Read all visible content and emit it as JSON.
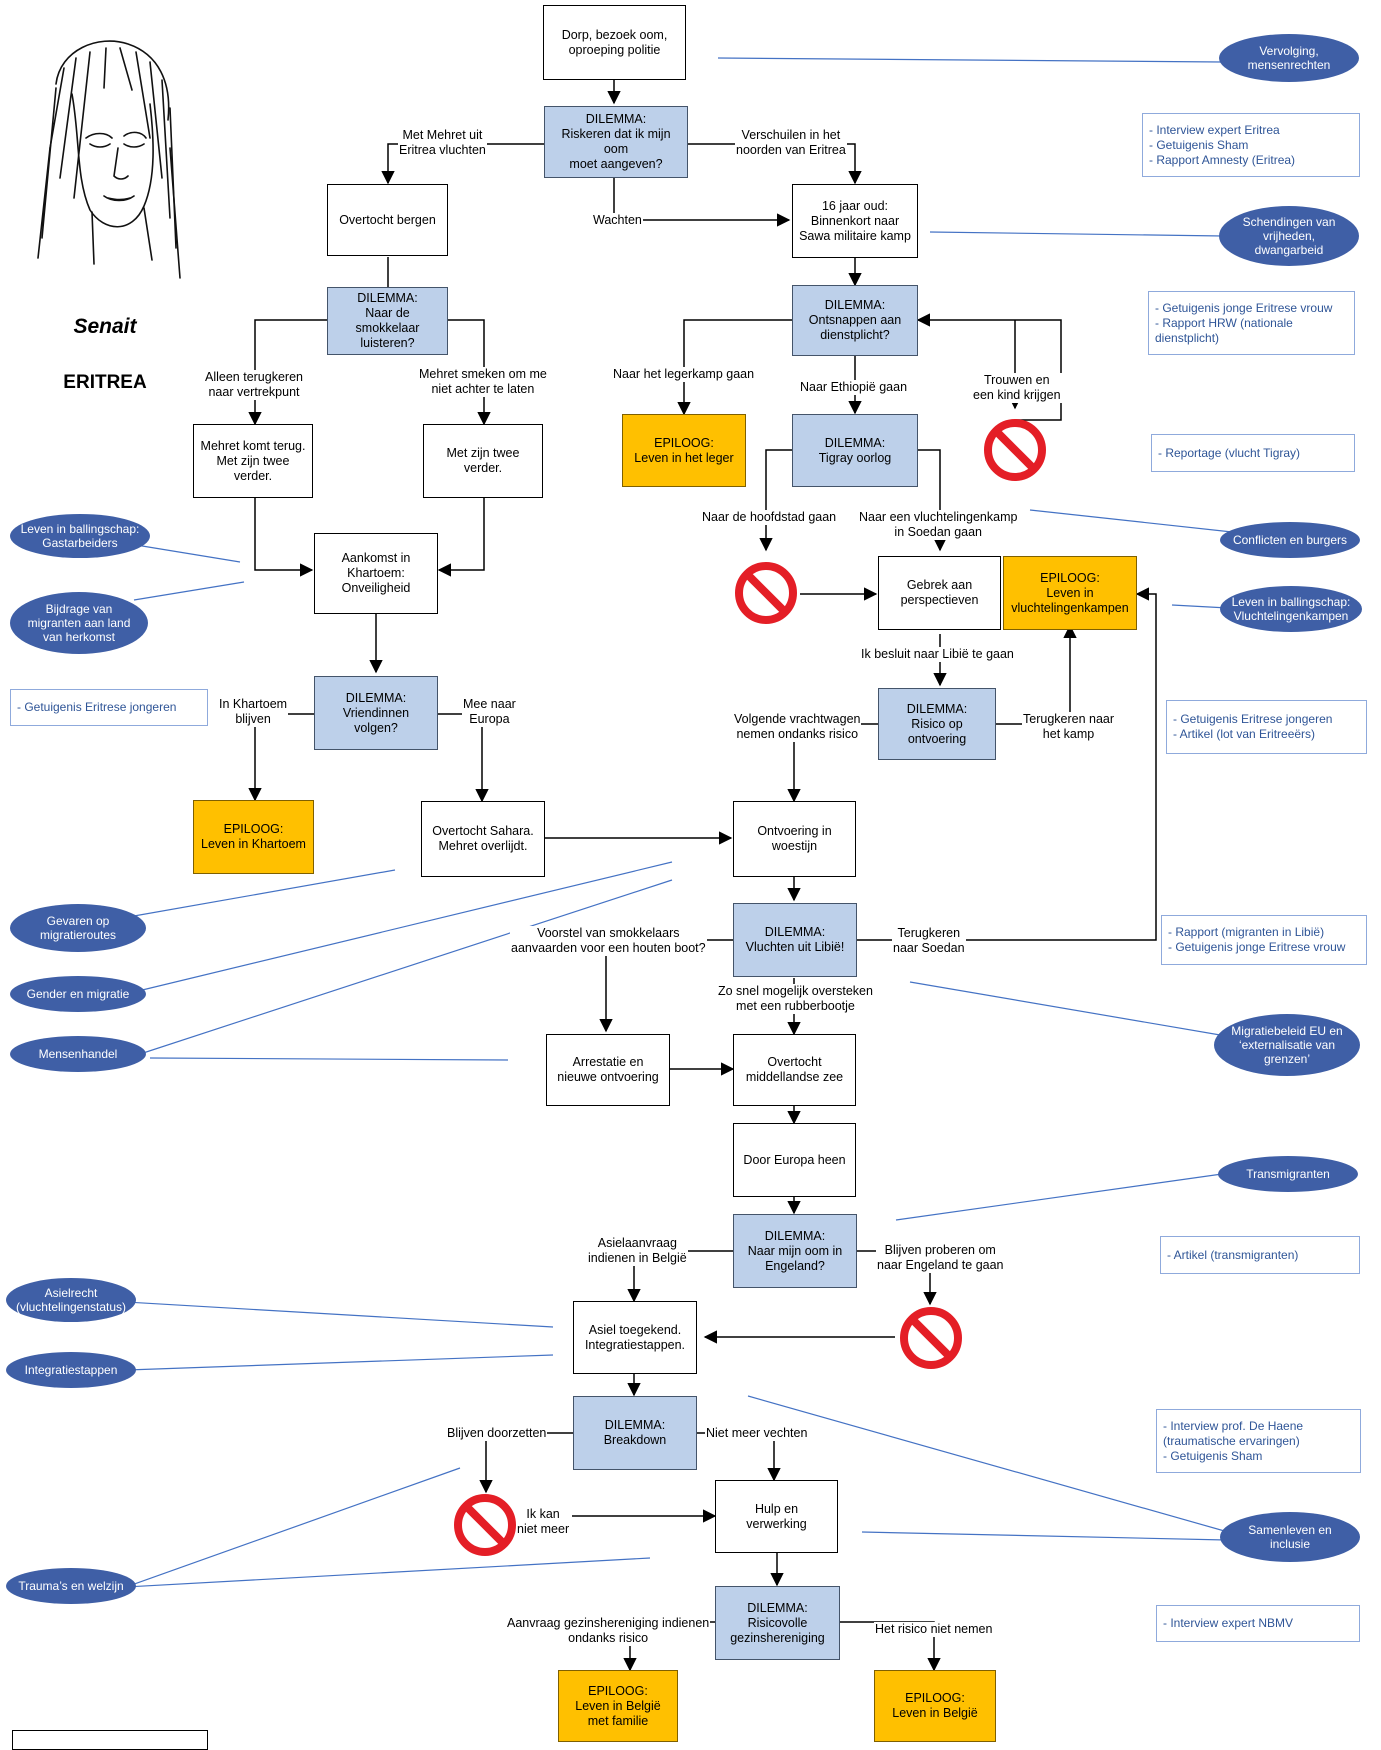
{
  "character": {
    "name": "Senait",
    "country": "ERITREA"
  },
  "boxes": {
    "dorp": "Dorp, bezoek oom,\noproeping politie",
    "dil1": "DILEMMA:\nRiskeren dat ik mijn oom\nmoet aangeven?",
    "bergen": "Overtocht bergen",
    "sawa": "16 jaar oud:\nBinnenkort naar\nSawa militaire kamp",
    "dil_smok": "DILEMMA:\nNaar de smokkelaar\nluisteren?",
    "dil_dienst": "DILEMMA:\nOntsnappen aan\ndienstplicht?",
    "mehret_terug": "Mehret komt terug.\nMet zijn twee\nverder.",
    "met_twee": "Met zijn twee\nverder.",
    "epi_leger": "EPILOOG:\nLeven in het leger",
    "dil_tigray": "DILEMMA:\nTigray oorlog",
    "khartoem": "Aankomst in\nKhartoem:\nOnveiligheid",
    "gebrek": "Gebrek aan\nperspectieven",
    "epi_kamp": "EPILOOG:\nLeven in\nvluchtelingenkampen",
    "dil_vriend": "DILEMMA:\nVriendinnen\nvolgen?",
    "dil_ontvoering": "DILEMMA:\nRisico op ontvoering",
    "epi_khartoem": "EPILOOG:\nLeven in Khartoem",
    "sahara": "Overtocht Sahara.\nMehret overlijdt.",
    "woestijn": "Ontvoering in\nwoestijn",
    "dil_libie": "DILEMMA:\nVluchten uit Libië!",
    "arrestatie": "Arrestatie en\nnieuwe ontvoering",
    "middel": "Overtocht\nmiddellandse zee",
    "europa": "Door Europa heen",
    "dil_oom": "DILEMMA:\nNaar mijn oom in\nEngeland?",
    "asiel": "Asiel toegekend.\nIntegratiestappen.",
    "dil_breakdown": "DILEMMA:\nBreakdown",
    "hulp": "Hulp en\nverwerking",
    "dil_gezin": "DILEMMA:\nRisicovolle\ngezinshereniging",
    "epi_familie": "EPILOOG:\nLeven in België\nmet familie",
    "epi_belgie": "EPILOOG:\nLeven in België"
  },
  "labels": {
    "met_mehret": "Met Mehret uit\nEritrea vluchten",
    "verschuilen": "Verschuilen in het\nnoorden van Eritrea",
    "wachten": "Wachten",
    "alleen_terug": "Alleen terugkeren\nnaar vertrekpunt",
    "mehret_smeken": "Mehret smeken om me\nniet achter te laten",
    "naar_legerkamp": "Naar het legerkamp gaan",
    "trouwen": "Trouwen en\neen kind krijgen",
    "naar_ethiopie": "Naar Ethiopië gaan",
    "naar_hoofdstad": "Naar de hoofdstad gaan",
    "naar_vluchtelingenkamp": "Naar een vluchtelingenkamp\nin Soedan gaan",
    "libie_besluit": "Ik besluit naar Libië te gaan",
    "in_khartoem": "In Khartoem\nblijven",
    "mee_europa": "Mee naar\nEuropa",
    "volgende_vracht": "Volgende vrachtwagen\nnemen ondanks risico",
    "terugkeren_kamp": "Terugkeren naar\nhet kamp",
    "voorstel": "Voorstel van smokkelaars\naanvaarden voor een houten boot?",
    "terugkeren_soedan": "Terugkeren\nnaar Soedan",
    "zo_snel": "Zo snel mogelijk oversteken\nmet een rubberbootje",
    "asielaanvraag": "Asielaanvraag\nindienen in België",
    "blijven_proberen": "Blijven proberen om\nnaar Engeland te gaan",
    "blijven_doorzetten": "Blijven doorzetten",
    "niet_meer_vechten": "Niet meer vechten",
    "ik_kan": "Ik kan\nniet meer",
    "aanvraag_gezin": "Aanvraag gezinshereniging indienen\nondanks risico",
    "risico_niet": "Het risico niet nemen"
  },
  "themes": {
    "vervolging": "Vervolging,\nmensenrechten",
    "schendingen": "Schendingen van\nvrijheden,\ndwangarbeid",
    "gastarbeiders": "Leven in ballingschap:\nGastarbeiders",
    "bijdrage": "Bijdrage van\nmigranten aan land\nvan herkomst",
    "conflicten": "Conflicten en burgers",
    "vluchtelingenkampen": "Leven in ballingschap:\nVluchtelingenkampen",
    "gevaren": "Gevaren op\nmigratieroutes",
    "gender": "Gender en migratie",
    "mensenhandel": "Mensenhandel",
    "migratiebeleid": "Migratiebeleid EU en\n‘externalisatie van\ngrenzen’",
    "transmigranten": "Transmigranten",
    "asielrecht": "Asielrecht\n(vluchtelingenstatus)",
    "integratiestappen": "Integratiestappen",
    "samenleven": "Samenleven en\ninclusie",
    "trauma": "Trauma’s en welzijn"
  },
  "sources": {
    "s1": "- Interview expert Eritrea\n- Getuigenis Sham\n- Rapport Amnesty (Eritrea)",
    "s2": "- Getuigenis jonge Eritrese vrouw\n- Rapport HRW (nationale\ndienstplicht)",
    "s3": "- Reportage (vlucht Tigray)",
    "s4": "- Getuigenis Eritrese jongeren",
    "s5": "- Getuigenis Eritrese jongeren\n- Artikel (lot van Eritreeërs)",
    "s6": "- Rapport (migranten in Libië)\n- Getuigenis jonge Eritrese vrouw",
    "s7": "- Artikel (transmigranten)",
    "s8": "- Interview prof. De Haene\n(traumatische ervaringen)\n- Getuigenis Sham",
    "s9": "- Interview expert NBMV"
  },
  "colors": {
    "dilemma": "#bdd0ea",
    "epiloog": "#ffc000",
    "theme_oval": "#3f5fa6",
    "source_text": "#2f5597",
    "forbidden": "#e41e26"
  },
  "icons": {
    "forbidden": "no-entry-icon",
    "portrait": "portrait-sketch"
  }
}
